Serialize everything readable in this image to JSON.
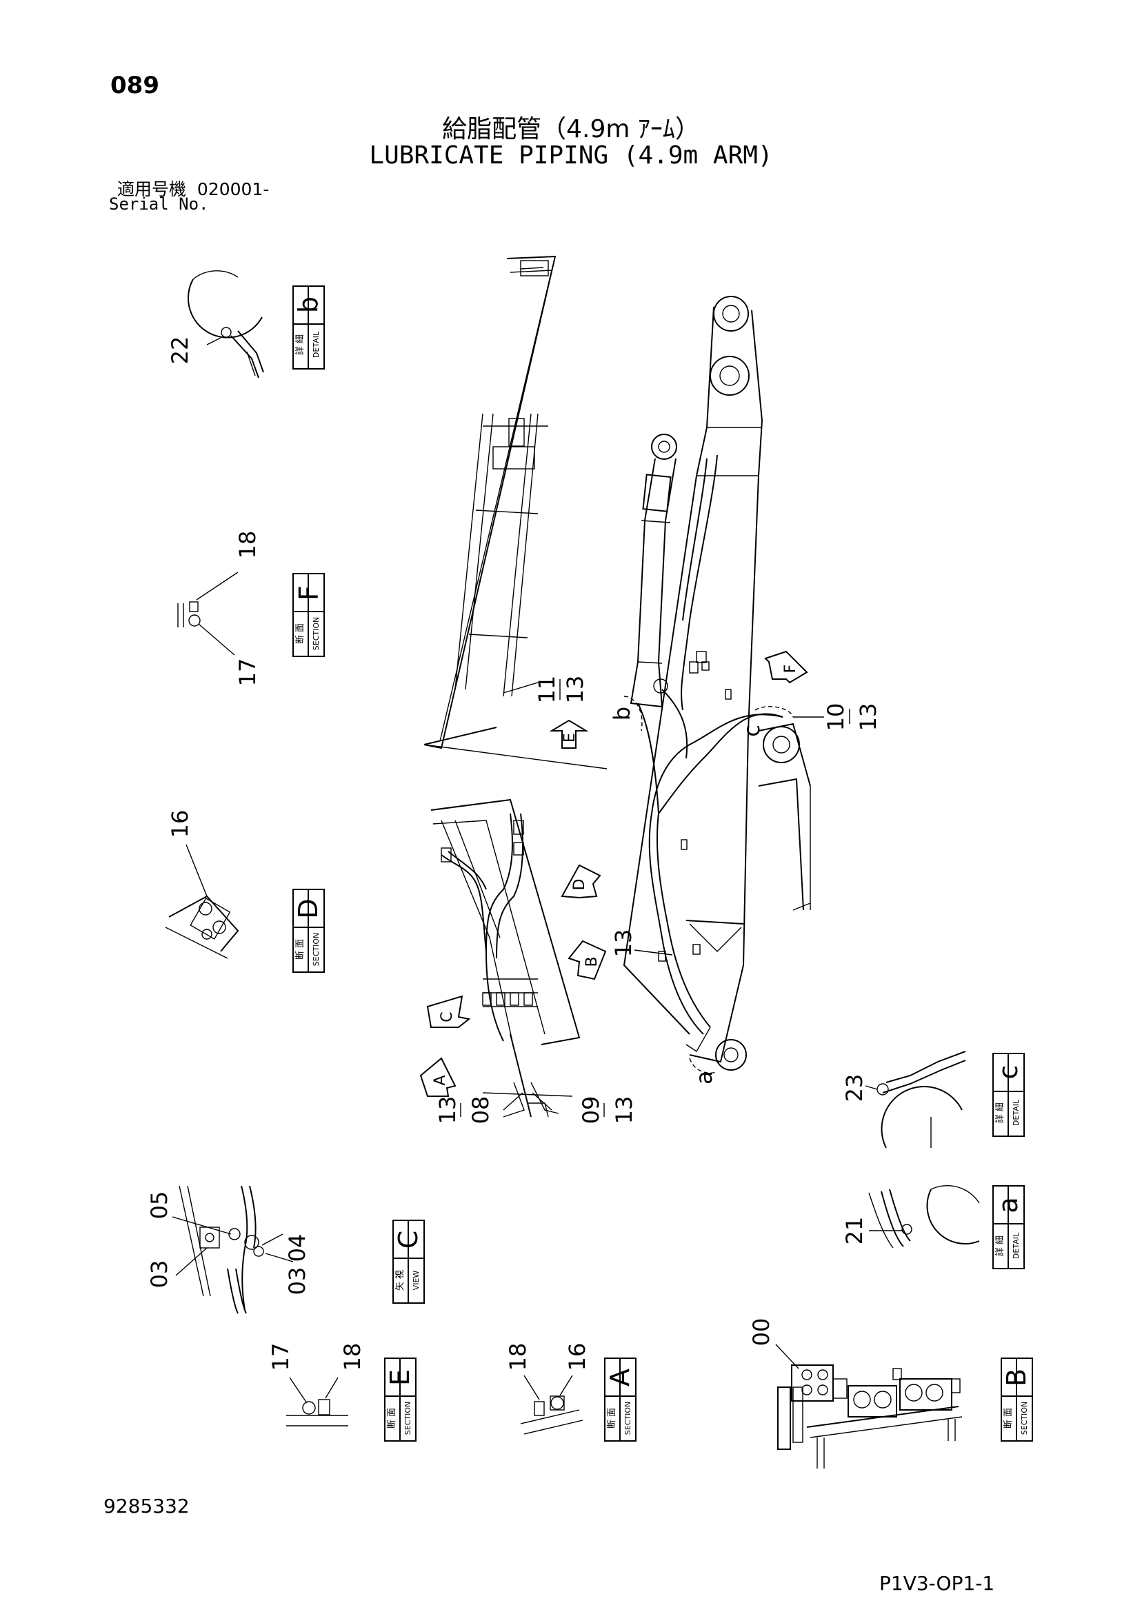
{
  "page_number": "089",
  "title": {
    "japanese": "給脂配管（4.9m ｱｰﾑ）",
    "english": "LUBRICATE PIPING (4.9m ARM)"
  },
  "serial": {
    "label_ja": "適用号機",
    "value": "020001-",
    "label_en": "Serial No."
  },
  "document_number": "9285332",
  "page_code": "P1V3-OP1-1",
  "view_tags": [
    {
      "id": "b",
      "letter": "b",
      "ja": "詳 細",
      "en": "DETAIL"
    },
    {
      "id": "F",
      "letter": "F",
      "ja": "断 面",
      "en": "SECTION"
    },
    {
      "id": "D",
      "letter": "D",
      "ja": "断 面",
      "en": "SECTION"
    },
    {
      "id": "c",
      "letter": "c",
      "ja": "詳 細",
      "en": "DETAIL"
    },
    {
      "id": "C",
      "letter": "C",
      "ja": "矢 視",
      "en": "VIEW"
    },
    {
      "id": "a",
      "letter": "a",
      "ja": "詳 細",
      "en": "DETAIL"
    },
    {
      "id": "E",
      "letter": "E",
      "ja": "断 面",
      "en": "SECTION"
    },
    {
      "id": "A",
      "letter": "A",
      "ja": "断 面",
      "en": "SECTION"
    },
    {
      "id": "B",
      "letter": "B",
      "ja": "断 面",
      "en": "SECTION"
    }
  ],
  "part_callouts": {
    "b22": "22",
    "f18": "18",
    "f17": "17",
    "d16": "16",
    "m11": "11",
    "m13a": "13",
    "m10": "10",
    "m13b": "13",
    "m13c": "13",
    "m13d": "13",
    "m08": "08",
    "m09": "09",
    "m13e": "13",
    "c23": "23",
    "a21": "21",
    "v05": "05",
    "v03a": "03",
    "v03b": "03",
    "v04": "04",
    "e17": "17",
    "e18": "18",
    "s18": "18",
    "s16": "16",
    "s00": "00"
  },
  "view_arrows": {
    "A": "A",
    "B": "B",
    "C": "C",
    "D": "D",
    "E": "E",
    "F": "F"
  },
  "detail_marks": {
    "a": "a",
    "b": "b",
    "c": "c"
  }
}
